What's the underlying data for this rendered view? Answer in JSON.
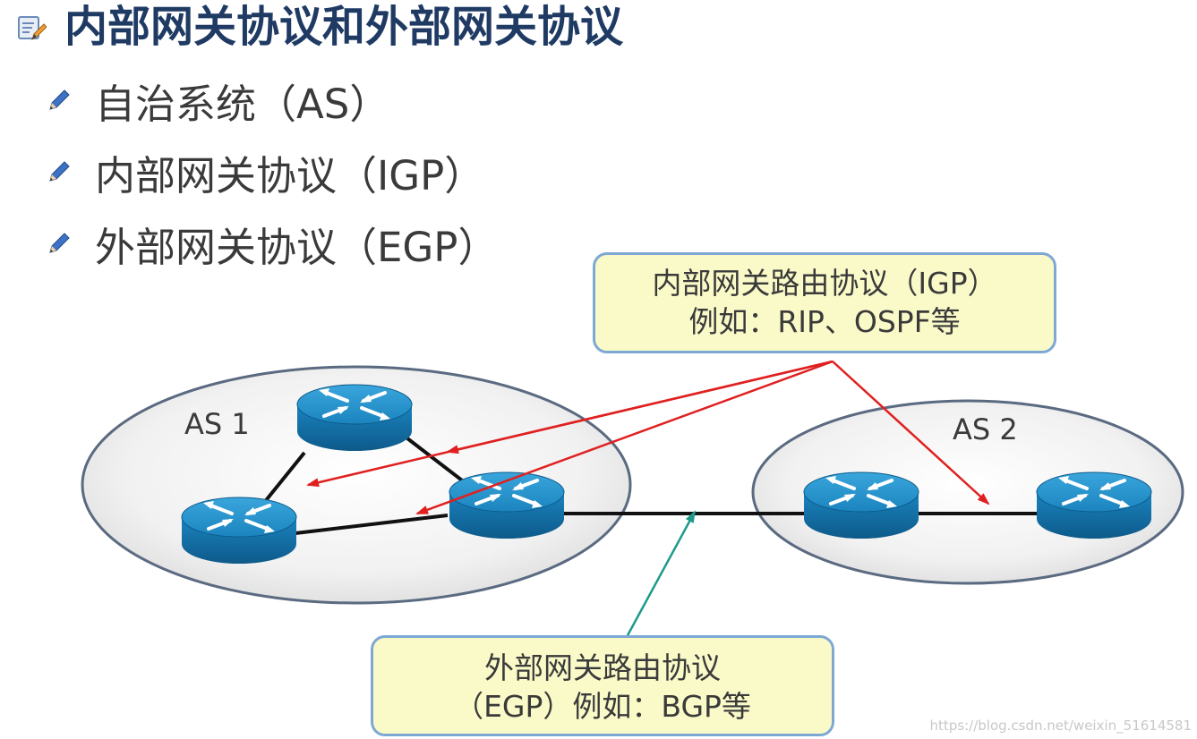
{
  "title": "内部网关协议和外部网关协议",
  "icons": {
    "title_icon": "notepad-pencil-icon",
    "bullet_icon": "pencil-icon"
  },
  "bullets": [
    "自治系统（AS）",
    "内部网关协议（IGP）",
    "外部网关协议（EGP）"
  ],
  "callout_igp": {
    "line1": "内部网关路由协议（IGP）",
    "line2": "例如：RIP、OSPF等"
  },
  "callout_egp": {
    "line1": "外部网关路由协议",
    "line2": "（EGP）例如：BGP等"
  },
  "as1_label": "AS 1",
  "as2_label": "AS 2",
  "watermark": "https://blog.csdn.net/weixin_51614581",
  "colors": {
    "title": "#1f3a63",
    "igp_arrows": "#e02020",
    "egp_arrow": "#1e9a8a",
    "router": "#1a73a8",
    "callout_fill": "#fafac9",
    "callout_border": "#7ea8d4"
  }
}
